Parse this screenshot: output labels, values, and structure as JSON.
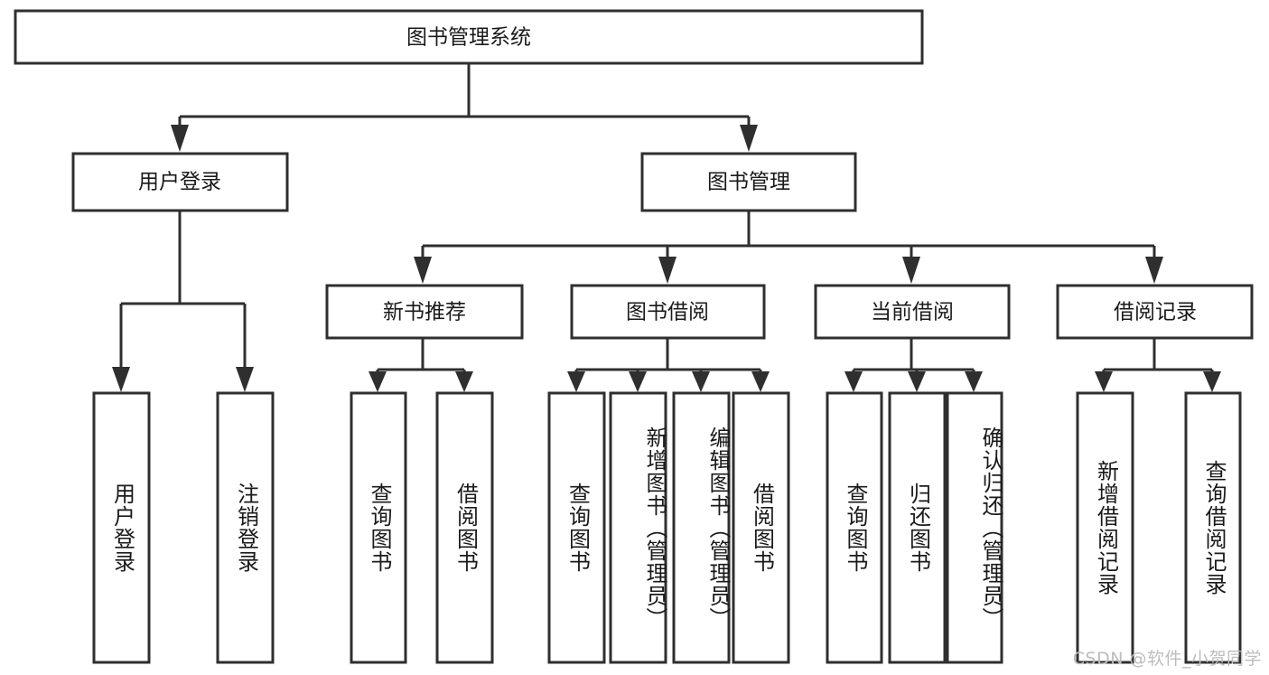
{
  "diagram": {
    "type": "tree",
    "title": "图书管理系统",
    "watermark": "CSDN @软件_小贺同学",
    "colors": {
      "box_stroke": "#2f2f2f",
      "box_fill": "#ffffff",
      "connector": "#2f2f2f",
      "text": "#1a1a1a",
      "watermark": "#bdbdbd",
      "background": "#ffffff"
    },
    "root": {
      "label": "图书管理系统"
    },
    "level2": [
      {
        "label": "用户登录"
      },
      {
        "label": "图书管理"
      }
    ],
    "level3": [
      {
        "label": "新书推荐"
      },
      {
        "label": "图书借阅"
      },
      {
        "label": "当前借阅"
      },
      {
        "label": "借阅记录"
      }
    ],
    "leaves": {
      "user_login": [
        {
          "label": "用户登录"
        },
        {
          "label": "注销登录"
        }
      ],
      "new_book_recommend": [
        {
          "label": "查询图书"
        },
        {
          "label": "借阅图书"
        }
      ],
      "book_borrow": [
        {
          "label": "查询图书"
        },
        {
          "label": "新增图书（管理员）"
        },
        {
          "label": "编辑图书（管理员）"
        },
        {
          "label": "借阅图书"
        }
      ],
      "current_borrow": [
        {
          "label": "查询图书"
        },
        {
          "label": "归还图书"
        },
        {
          "label": "确认归还（管理员）"
        }
      ],
      "borrow_record": [
        {
          "label": "新增借阅记录"
        },
        {
          "label": "查询借阅记录"
        }
      ]
    }
  }
}
